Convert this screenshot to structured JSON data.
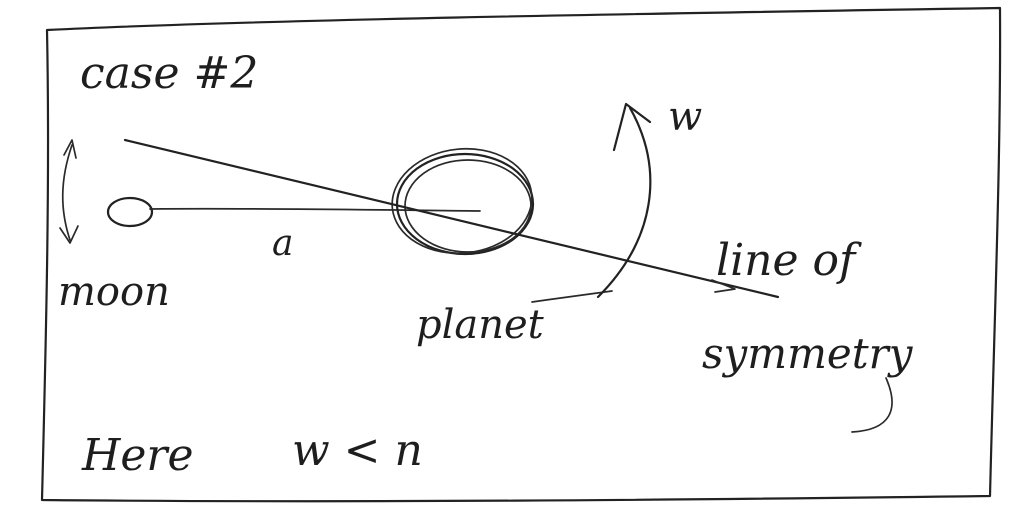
{
  "colors": {
    "paper": "#ffffff",
    "ink": "#222222"
  },
  "labels": {
    "case": "case #2",
    "moon": "moon",
    "a": "a",
    "planet": "planet",
    "omega": "w",
    "line_of_symmetry_1": "line of",
    "line_of_symmetry_2": "symmetry",
    "here": "Here",
    "relation": "w < n"
  }
}
